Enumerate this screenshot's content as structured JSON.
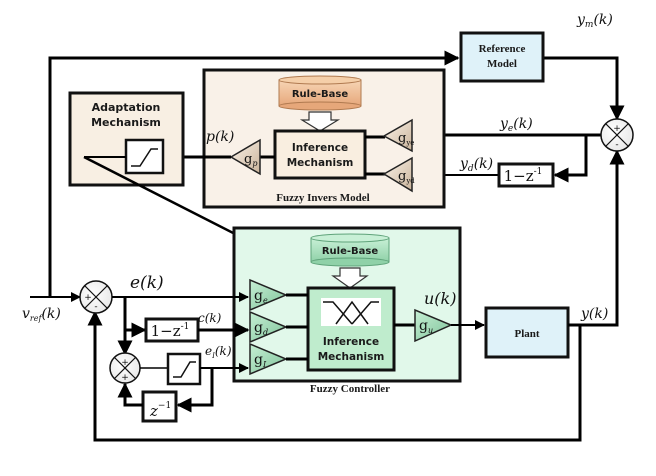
{
  "diagram": {
    "title": "Adaptive Fuzzy Controller with Fuzzy Inverse Model",
    "blocks": {
      "reference_model": {
        "label_line1": "Reference",
        "label_line2": "Model",
        "fill": "#dff2f9"
      },
      "plant": {
        "label": "Plant",
        "fill": "#dff2f9"
      },
      "adaptation_mechanism": {
        "label_line1": "Adaptation",
        "label_line2": "Mechanism",
        "fill": "#f8efe3"
      },
      "fuzzy_inverse_model": {
        "caption": "Fuzzy Invers Model",
        "fill": "#f9f1e8",
        "rule_base": "Rule-Base",
        "inference_line1": "Inference",
        "inference_line2": "Mechanism",
        "gain_p": "g",
        "gain_p_sub": "p",
        "gain_ye": "g",
        "gain_ye_sub": "ye",
        "gain_yd": "g",
        "gain_yd_sub": "yd"
      },
      "fuzzy_controller": {
        "caption": "Fuzzy Controller",
        "fill": "#e1f8ea",
        "rule_base": "Rule-Base",
        "inference_line1": "Inference",
        "inference_line2": "Mechanism",
        "gain_e": "g",
        "gain_e_sub": "e",
        "gain_d": "g",
        "gain_d_sub": "d",
        "gain_i": "g",
        "gain_i_sub": "I",
        "gain_u": "g",
        "gain_u_sub": "u"
      },
      "diff_block_inverse": {
        "label": "1−z",
        "exp": "-1"
      },
      "diff_block_controller": {
        "label": "1−z",
        "exp": "-1"
      },
      "delay_block": {
        "label": "z",
        "exp": "−1"
      }
    },
    "signals": {
      "ym": "y",
      "ym_sub": "m",
      "ym_arg": "(k)",
      "ye": "y",
      "ye_sub": "e",
      "ye_arg": "(k)",
      "yd": "y",
      "yd_sub": "d",
      "yd_arg": "(k)",
      "p": "p(k)",
      "e": "e(k)",
      "c": "c(k)",
      "eI": "e",
      "eI_sub": "I",
      "eI_arg": "(k)",
      "u": "u(k)",
      "y": "y(k)",
      "vref": "v",
      "vref_sub": "ref",
      "vref_arg": "(k)"
    },
    "summing_junctions": {
      "top_right": {
        "top": "+",
        "bottom": "-"
      },
      "main_input": {
        "left": "+",
        "bottom": "-"
      },
      "integrator": {
        "top": "+",
        "bottom": "+"
      }
    }
  }
}
